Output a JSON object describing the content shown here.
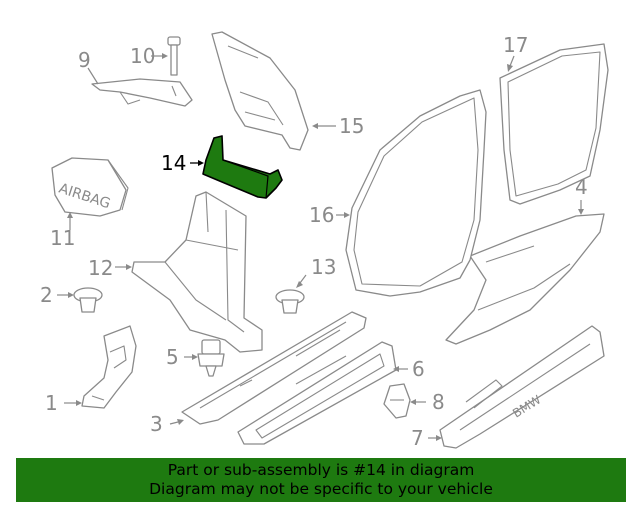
{
  "callouts": {
    "p1": "1",
    "p2": "2",
    "p3": "3",
    "p4": "4",
    "p5": "5",
    "p6": "6",
    "p7": "7",
    "p8": "8",
    "p9": "9",
    "p10": "10",
    "p11": "11",
    "p12": "12",
    "p13": "13",
    "p14": "14",
    "p15": "15",
    "p16": "16",
    "p17": "17"
  },
  "highlighted_part": "14",
  "colors": {
    "highlight": "#1e7a10",
    "line": "#8a8a8a"
  },
  "embossed": {
    "airbag": "AIRBAG",
    "bmw": "BMW"
  },
  "banner": {
    "line1": "Part or sub-assembly is #14 in diagram",
    "line2": "Diagram may not be specific to your vehicle"
  }
}
